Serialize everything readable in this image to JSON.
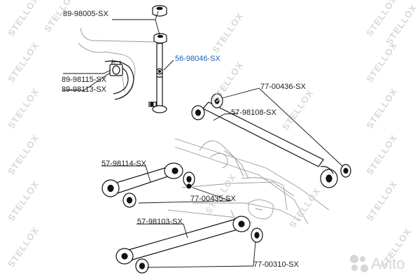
{
  "watermarks": {
    "left": [
      "STELLOX",
      "STELLOX",
      "STELLOX",
      "STELLOX",
      "STELLOX",
      "STELLOX",
      "STELLOX"
    ],
    "right": [
      "STELLOX",
      "STELLOX",
      "STELLOX",
      "STELLOX",
      "STELLOX",
      "STELLOX",
      "STELLOX"
    ],
    "center": [
      "STELLOX",
      "STELLOX",
      "STELLOX",
      "STELLOX",
      "STELLOX"
    ]
  },
  "parts": [
    {
      "id": "p1",
      "number": "89-98005-SX",
      "highlight": false
    },
    {
      "id": "p2",
      "number": "56-98046-SX",
      "highlight": true
    },
    {
      "id": "p3",
      "number": "89-98115-SX",
      "highlight": false
    },
    {
      "id": "p4",
      "number": "89-98113-SX",
      "highlight": false
    },
    {
      "id": "p5",
      "number": "77-00436-SX",
      "highlight": false
    },
    {
      "id": "p6",
      "number": "57-98108-SX",
      "highlight": false
    },
    {
      "id": "p7",
      "number": "57-98114-SX",
      "highlight": false
    },
    {
      "id": "p8",
      "number": "77-00435-SX",
      "highlight": false
    },
    {
      "id": "p9",
      "number": "57-98103-SX",
      "highlight": false
    },
    {
      "id": "p10",
      "number": "77-00310-SX",
      "highlight": false
    }
  ],
  "colors": {
    "label": "#1a1a1a",
    "highlight": "#1f5fb5",
    "watermark": "#d8d8d8",
    "line": "#111111"
  },
  "logo": {
    "text": "Avito"
  }
}
